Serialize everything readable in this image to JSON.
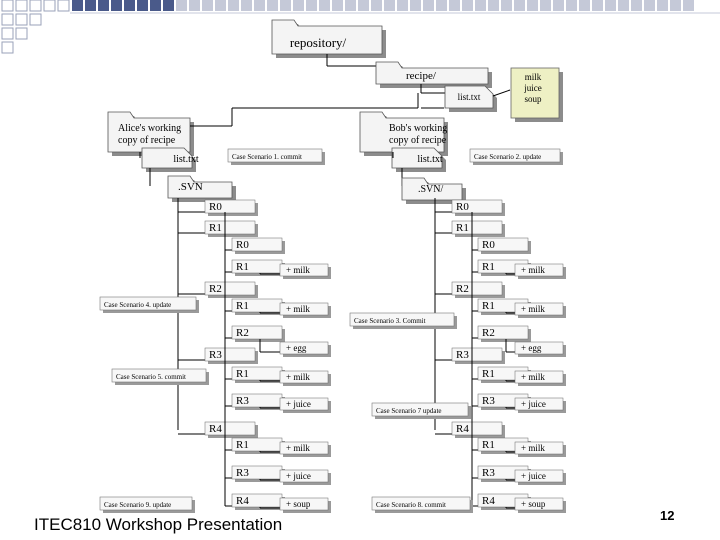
{
  "slide": {
    "footer": "ITEC810   Workshop Presentation",
    "page_number": "12",
    "accent_color": "#4a5a8a"
  },
  "repo": {
    "repository": "repository/",
    "recipe": "recipe/",
    "list": "list.txt",
    "note_lines": [
      "milk",
      "juice",
      "soup"
    ]
  },
  "alice": {
    "title_lines": [
      "Alice's   working",
      "copy of recipe"
    ],
    "list": "list.txt",
    "svn": ".SVN",
    "revs": [
      "R0",
      "R1",
      "R0",
      "R1",
      "R2",
      "R1",
      "R2",
      "R3",
      "R1",
      "R3",
      "R4",
      "R1",
      "R3",
      "R4"
    ],
    "edits": [
      "+ milk",
      "+ milk",
      "+ egg",
      "+ milk",
      "+ juice",
      "+ milk",
      "+ juice",
      "+ soup"
    ]
  },
  "bob": {
    "title_lines": [
      "Bob's       working",
      "copy of recipe"
    ],
    "list": "list.txt",
    "svn": ".SVN/",
    "revs": [
      "R0",
      "R1",
      "R0",
      "R1",
      "R2",
      "R1",
      "R2",
      "R3",
      "R1",
      "R3",
      "R4",
      "R1",
      "R3",
      "R4"
    ],
    "edits": [
      "+ milk",
      "+ milk",
      "+ egg",
      "+ milk",
      "+ juice",
      "+ milk",
      "+ juice",
      "+ soup"
    ]
  },
  "scenarios": [
    "Case Scenario 1. commit",
    "Case Scenario 2. update",
    "Case Scenario 3. Commit",
    "Case Scenario 4.  update",
    "Case Scenario 5. commit",
    "Case Scenario 7 update",
    "Case Scenario 8. commit",
    "Case Scenario 9. update"
  ]
}
